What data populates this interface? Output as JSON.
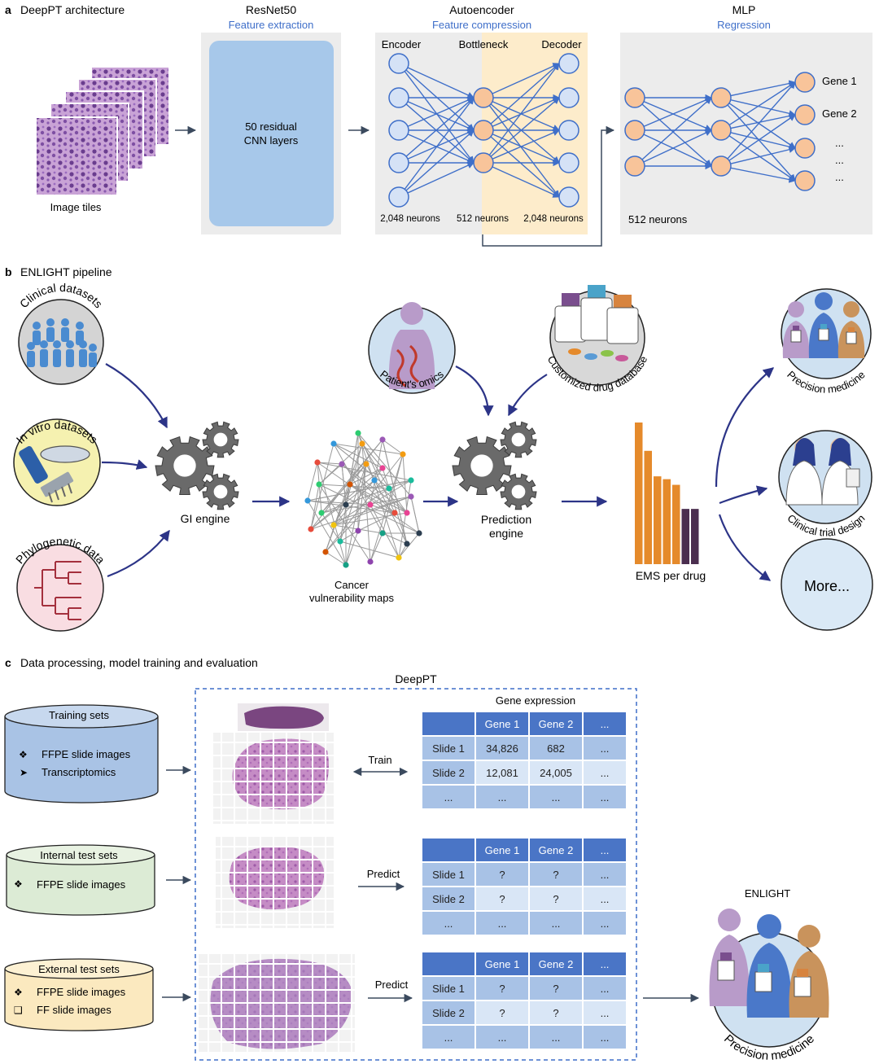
{
  "panel_a": {
    "letter": "a",
    "title": "DeepPT architecture",
    "image_tiles_label": "Image tiles",
    "resnet": {
      "title": "ResNet50",
      "subtitle": "Feature extraction",
      "box_line1": "50 residual",
      "box_line2": "CNN layers"
    },
    "autoencoder": {
      "title": "Autoencoder",
      "subtitle": "Feature compression",
      "encoder": "Encoder",
      "bottleneck": "Bottleneck",
      "decoder": "Decoder",
      "encoder_neurons": "2,048 neurons",
      "bottleneck_neurons": "512 neurons",
      "decoder_neurons": "2,048 neurons"
    },
    "mlp": {
      "title": "MLP",
      "subtitle": "Regression",
      "neurons": "512 neurons",
      "gene1": "Gene 1",
      "gene2": "Gene 2",
      "dots1": "...",
      "dots2": "...",
      "dots3": "..."
    }
  },
  "panel_b": {
    "letter": "b",
    "title": "ENLIGHT pipeline",
    "clinical": "Clinical datasets",
    "invitro": "In vitro datasets",
    "phylo": "Phylogenetic data",
    "gi_engine": "GI engine",
    "cancer_maps_line1": "Cancer",
    "cancer_maps_line2": "vulnerability maps",
    "patients_omics": "Patient's omics",
    "drug_db": "Customized drug database",
    "prediction_line1": "Prediction",
    "prediction_line2": "engine",
    "ems": "EMS per drug",
    "ems_values": [
      1.0,
      0.8,
      0.62,
      0.6,
      0.56,
      0.39,
      0.39
    ],
    "precision": "Precision medicine",
    "clinical_trial": "Clinical trial design",
    "more": "More..."
  },
  "panel_c": {
    "letter": "c",
    "title": "Data processing, model training and evaluation",
    "deeppt": "DeepPT",
    "gene_expression": "Gene expression",
    "enlight": "ENLIGHT",
    "precision": "Precision medicine",
    "training": {
      "title": "Training sets",
      "item1": "FFPE slide images",
      "item2": "Transcriptomics"
    },
    "internal": {
      "title": "Internal test sets",
      "item1": "FFPE slide images"
    },
    "external": {
      "title": "External test sets",
      "item1": "FFPE slide images",
      "item2": "FF slide images"
    },
    "train_label": "Train",
    "predict_label": "Predict",
    "bullet_diamond": "❖",
    "bullet_arrow": "➤",
    "bullet_box": "❑",
    "table1": {
      "header": [
        "",
        "Gene 1",
        "Gene 2",
        "..."
      ],
      "rows": [
        [
          "Slide 1",
          "34,826",
          "682",
          "..."
        ],
        [
          "Slide 2",
          "12,081",
          "24,005",
          "..."
        ],
        [
          "...",
          "...",
          "...",
          "..."
        ]
      ]
    },
    "table2": {
      "header": [
        "",
        "Gene 1",
        "Gene 2",
        "..."
      ],
      "rows": [
        [
          "Slide 1",
          "?",
          "?",
          "..."
        ],
        [
          "Slide 2",
          "?",
          "?",
          "..."
        ],
        [
          "...",
          "...",
          "...",
          "..."
        ]
      ]
    },
    "table3": {
      "header": [
        "",
        "Gene 1",
        "Gene 2",
        "..."
      ],
      "rows": [
        [
          "Slide 1",
          "?",
          "?",
          "..."
        ],
        [
          "Slide 2",
          "?",
          "?",
          "..."
        ],
        [
          "...",
          "...",
          "...",
          "..."
        ]
      ]
    }
  },
  "colors": {
    "accent_blue": "#3f6fc9",
    "node_blue": "#d5e2f6",
    "node_orange": "#f8c49a",
    "bottleneck_bg": "#fdeccb",
    "gray_bg": "#ececec",
    "resnet_box": "#a7c8ea",
    "arrow_navy": "#2c3487",
    "ems_orange": "#e58a2b",
    "ems_purple": "#4b2e4f",
    "table_header": "#4a75c6",
    "table_dark": "#a8c2e6",
    "table_light": "#d9e6f6"
  }
}
